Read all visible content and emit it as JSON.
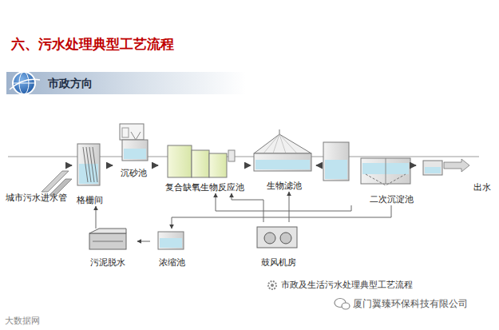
{
  "diagram": {
    "title": "六、污水处理典型工艺流程",
    "caption": "市政及生活污水处理典型工艺流程",
    "nodes": [
      {
        "text": [
          "市政方向"
        ]
      },
      {
        "text": [
          "城市污水进水管"
        ]
      },
      {
        "text": [
          "格栅间"
        ]
      },
      {
        "text": [
          "沉砂池"
        ]
      },
      {
        "text": [
          "复合缺氧生物反应池"
        ]
      },
      {
        "text": [
          "生物滤池"
        ]
      },
      {
        "text": [
          "二次沉淀池"
        ]
      },
      {
        "text": [
          "出水"
        ]
      },
      {
        "text": [
          "污泥脱水"
        ]
      },
      {
        "text": [
          "浓缩池"
        ]
      },
      {
        "text": [
          "鼓风机房"
        ]
      }
    ],
    "edges": [
      {
        "from": 1,
        "to": 2,
        "arrow": "to"
      },
      {
        "from": 2,
        "to": 3,
        "arrow": "to"
      },
      {
        "from": 3,
        "to": 4,
        "arrow": "to"
      },
      {
        "from": 4,
        "to": 5,
        "arrow": "to"
      },
      {
        "from": 5,
        "to": 6,
        "arrow": "to"
      },
      {
        "from": 6,
        "to": 7,
        "arrow": "to"
      },
      {
        "from": 6,
        "to": 4,
        "arrow": "to"
      },
      {
        "from": 6,
        "to": 9,
        "arrow": "to"
      },
      {
        "from": 9,
        "to": 8,
        "arrow": "to"
      },
      {
        "from": 8,
        "to": 2,
        "arrow": "to"
      },
      {
        "from": 10,
        "to": 4,
        "arrow": "to"
      },
      {
        "from": 10,
        "to": 5,
        "arrow": "to"
      }
    ],
    "labels": [
      "大数据网",
      "厦门翼臻环保科技有限公司"
    ]
  }
}
